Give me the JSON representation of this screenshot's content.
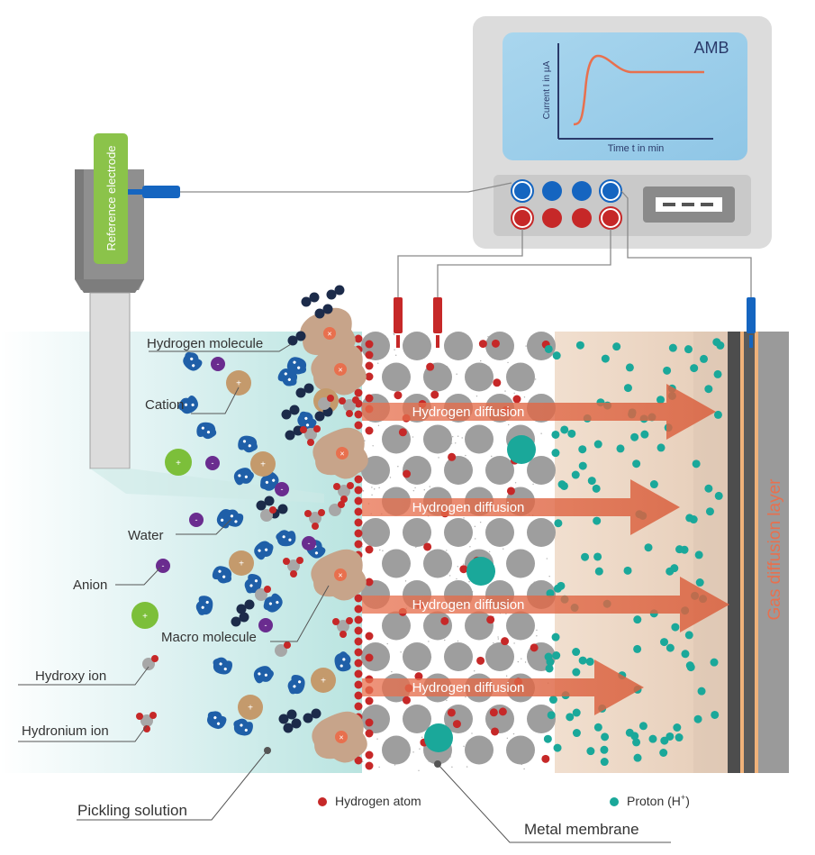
{
  "device": {
    "name": "AMB",
    "graph_ylabel": "Current I in µA",
    "graph_xlabel": "Time t in min"
  },
  "electrode": {
    "label": "Reference electrode"
  },
  "solution_labels": {
    "hydrogen_molecule": "Hydrogen molecule",
    "cation": "Cation",
    "water": "Water",
    "anion": "Anion",
    "macro_molecule": "Macro molecule",
    "hydroxy_ion": "Hydroxy ion",
    "hydronium_ion": "Hydronium ion",
    "pickling_solution": "Pickling solution"
  },
  "diffusion": {
    "label": "Hydrogen diffusion"
  },
  "layers": {
    "gas_diffusion_layer": "Gas diffusion layer",
    "metal_membrane": "Metal membrane"
  },
  "legend": {
    "hydrogen_atom": "Hydrogen atom",
    "proton": "Proton (H",
    "proton_sup": "+",
    "proton_close": ")"
  },
  "colors": {
    "accent_orange": "#e8704e",
    "hydrogen_atom": "#c62828",
    "proton": "#1aa89a",
    "connector_blue": "#1565c0",
    "connector_red": "#c62828",
    "water_blue": "#1f5fa8",
    "cation": "#c49a6c",
    "anion": "#6a2c8f",
    "hydroxy": "#7cbf3a",
    "metal": "#9e9e9e"
  }
}
